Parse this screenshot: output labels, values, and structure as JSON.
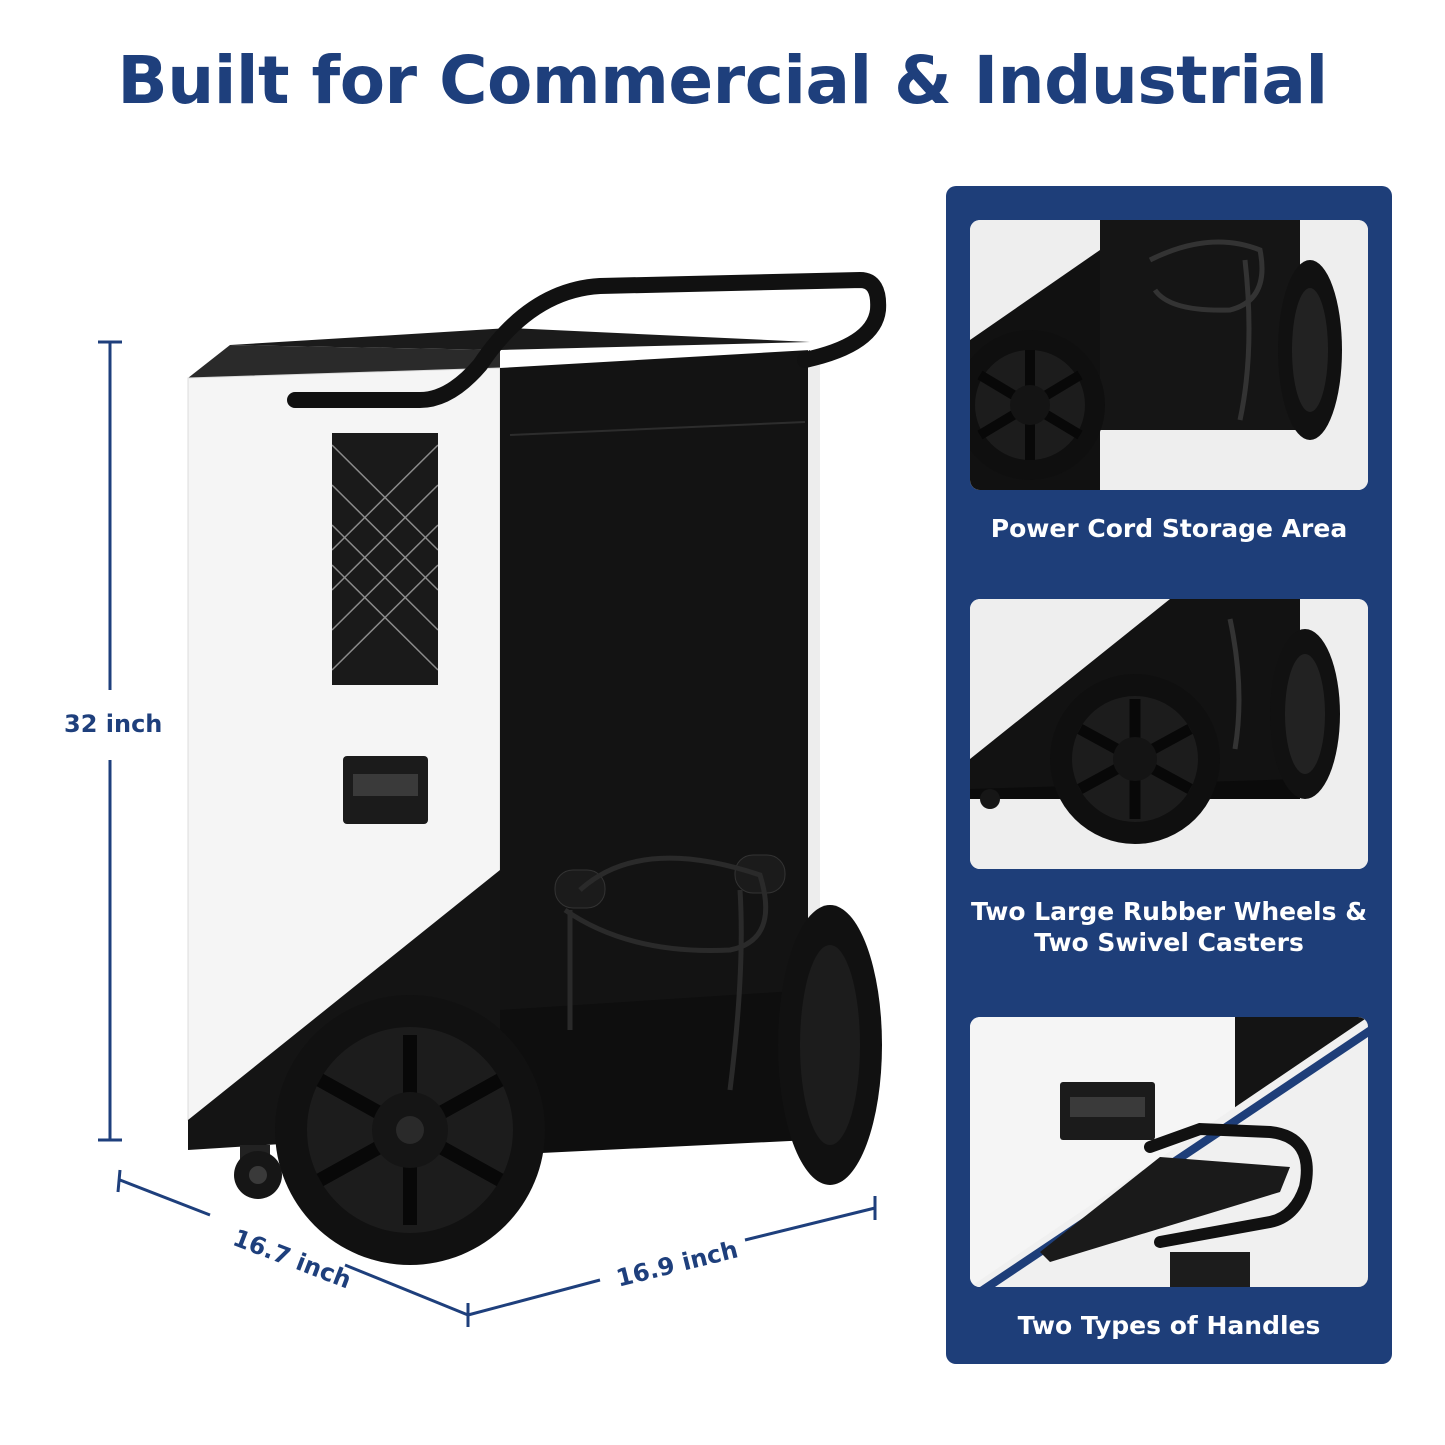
{
  "headline": "Built for Commercial & Industrial",
  "dimensions": {
    "height": "32 inch",
    "depth": "16.7 inch",
    "width": "16.9 inch"
  },
  "features": [
    {
      "caption": "Power Cord Storage Area"
    },
    {
      "caption_line1": "Two Large Rubber Wheels &",
      "caption_line2": "Two Swivel Casters"
    },
    {
      "caption": "Two Types of Handles"
    }
  ],
  "colors": {
    "brand_blue": "#1e3f7c",
    "panel_blue": "#1e3e79",
    "body_black": "#141414",
    "body_white": "#f4f4f4"
  }
}
